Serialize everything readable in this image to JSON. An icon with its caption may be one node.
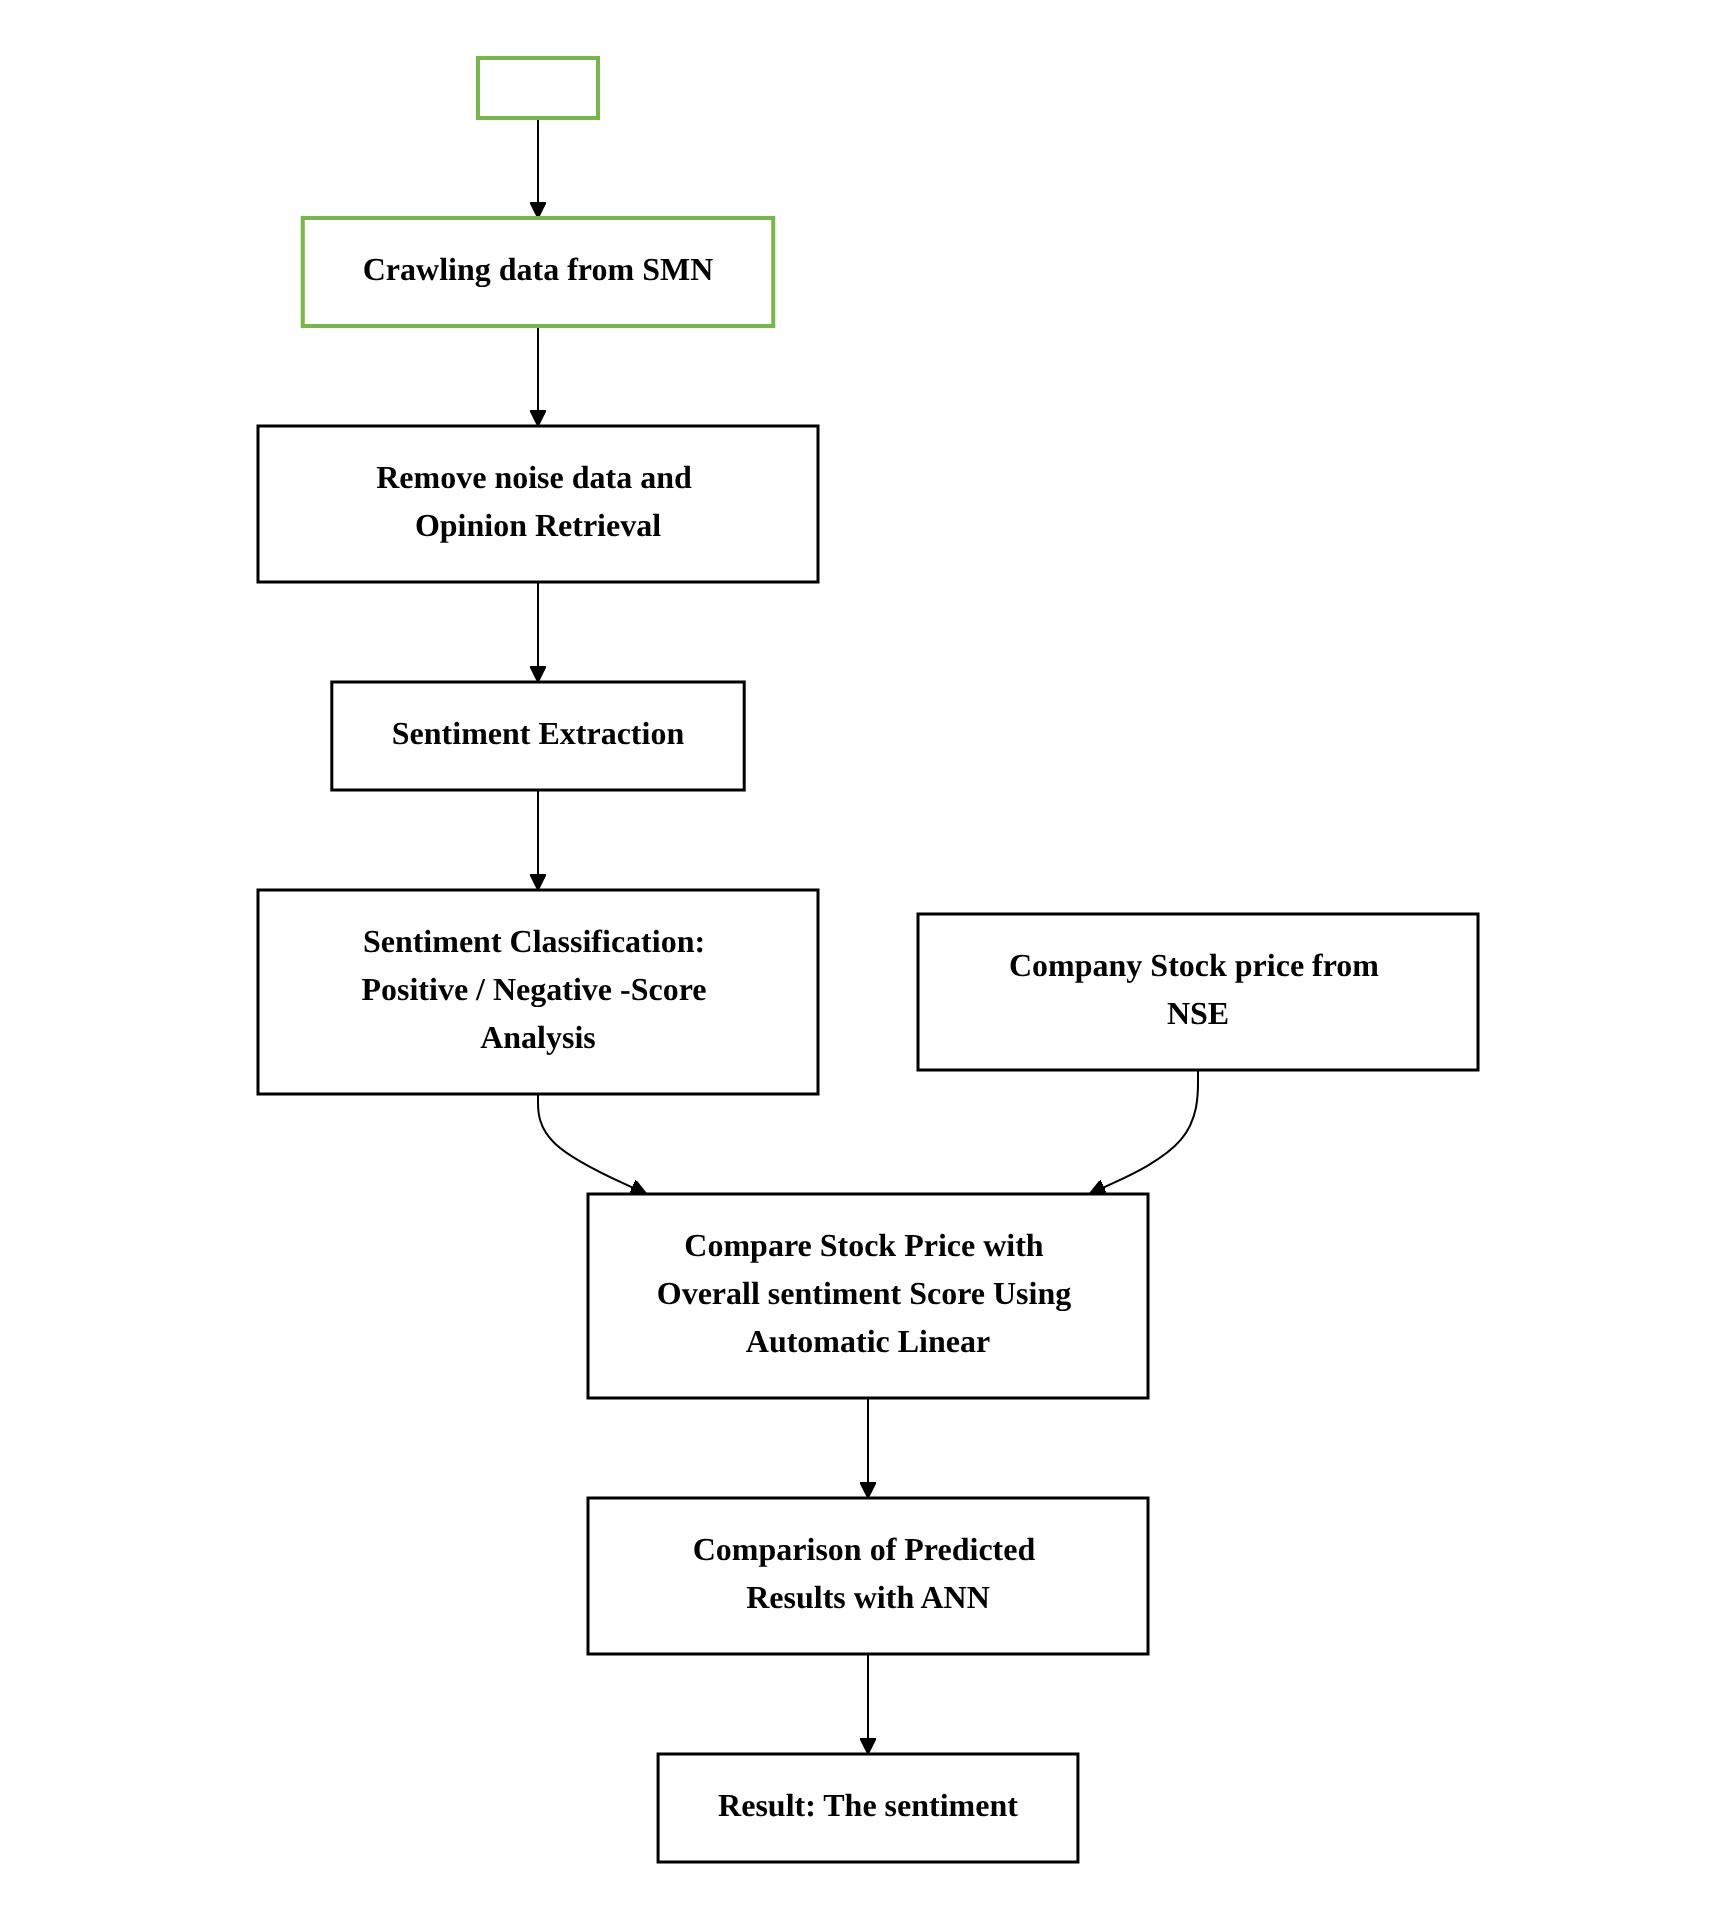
{
  "diagram": {
    "nodes": [
      {
        "text": [],
        "shape": "box"
      },
      {
        "text": [
          "Crawling data from SMN"
        ]
      },
      {
        "text": [
          "Remove noise data and Opinion Retrieval"
        ]
      },
      {
        "text": [
          "Sentiment Extraction"
        ]
      },
      {
        "text": [
          "Sentiment Classification: Positive / Negative -Score Analysis"
        ]
      },
      {
        "text": [
          "Company Stock price from NSE"
        ]
      },
      {
        "text": [
          "Compare Stock Price with Overall sentiment Score Using Automatic Linear"
        ]
      },
      {
        "text": [
          "Comparison of Predicted Results with ANN"
        ]
      },
      {
        "text": [
          "Result: The sentiment"
        ]
      }
    ],
    "edges": [
      {
        "from": 0,
        "to": 1,
        "arrow": "to"
      },
      {
        "from": 1,
        "to": 2,
        "arrow": "to"
      },
      {
        "from": 2,
        "to": 3,
        "arrow": "to"
      },
      {
        "from": 3,
        "to": 4,
        "arrow": "to"
      },
      {
        "from": 4,
        "to": 6,
        "arrow": "to"
      },
      {
        "from": 5,
        "to": 6,
        "arrow": "to"
      },
      {
        "from": 6,
        "to": 7,
        "arrow": "to"
      },
      {
        "from": 7,
        "to": 8,
        "arrow": "to"
      }
    ]
  }
}
